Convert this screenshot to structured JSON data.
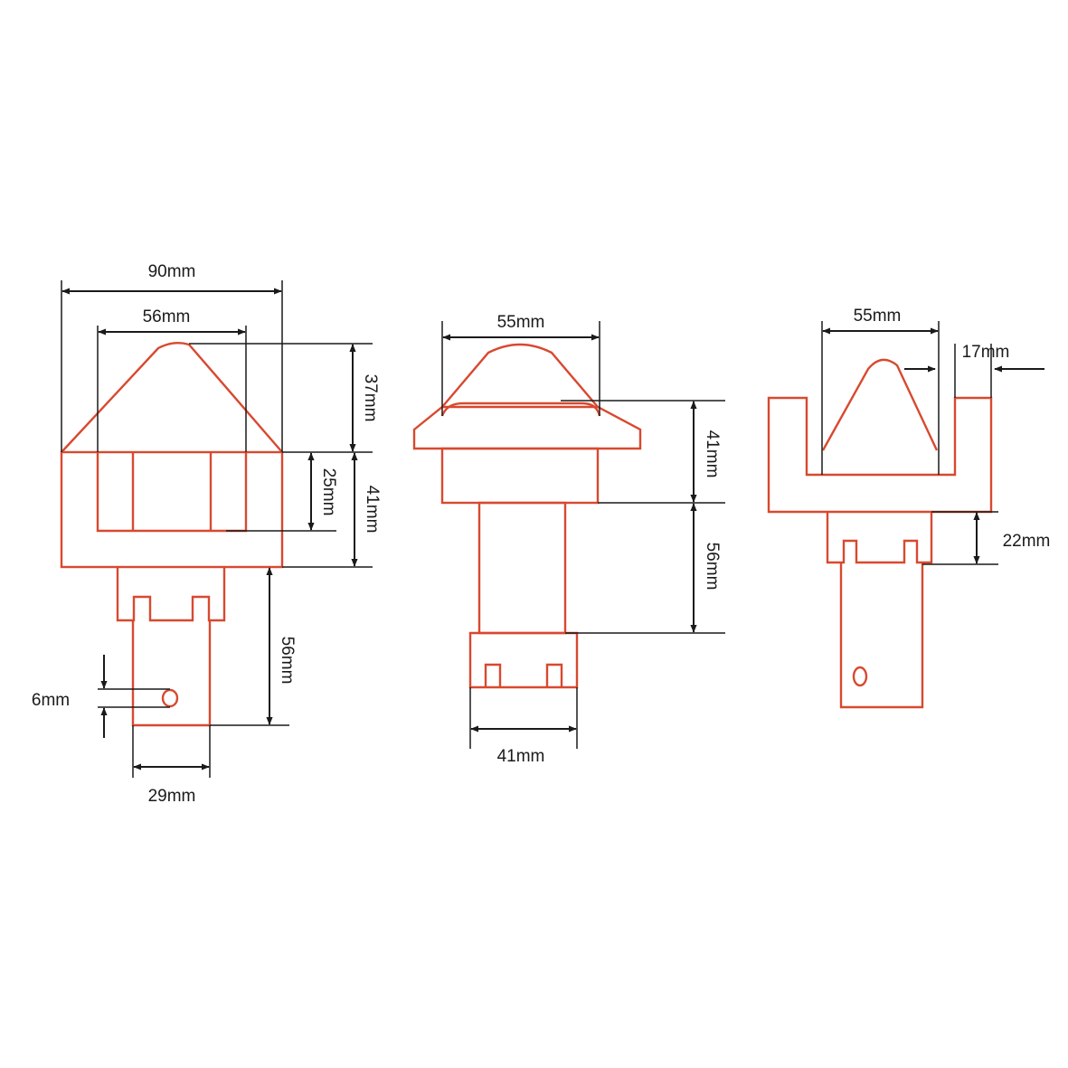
{
  "colors": {
    "outline": "#d8492f",
    "dimension": "#1a1a1a",
    "background": "#ffffff"
  },
  "views": {
    "front": {
      "width_outer": "90mm",
      "width_top": "56mm",
      "height_top": "37mm",
      "height_frame": "41mm",
      "height_slot": "25mm",
      "height_post": "56mm",
      "width_post": "29mm",
      "hole_size": "6mm"
    },
    "side": {
      "width_top": "55mm",
      "height_head": "41mm",
      "height_post": "56mm",
      "width_base": "41mm"
    },
    "rear": {
      "width_top": "55mm",
      "wall_thickness": "17mm",
      "height_collar": "22mm"
    }
  }
}
